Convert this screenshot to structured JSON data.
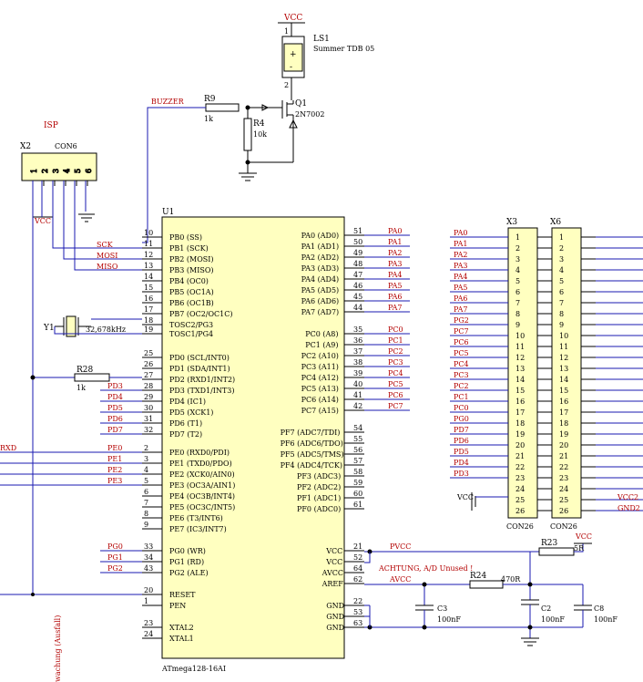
{
  "colors": {
    "ic_fill": "#ffffc0",
    "connector_fill": "#ffffc0",
    "wire": "#1a1ab0",
    "net_label": "#b30000",
    "component": "#000000"
  },
  "labels": {
    "vcc_top": "VCC",
    "ls1": "LS1",
    "summer": "Summer TDB 05",
    "buzzer_net": "BUZZER",
    "r9": "R9",
    "r9_val": "1k",
    "r4": "R4",
    "r4_val": "10k",
    "q1": "Q1",
    "q1_type": "2N7002",
    "isp": "ISP",
    "x2": "X2",
    "con6": "CON6",
    "vcc_x2": "VCC",
    "u1": "U1",
    "u1_part": "ATmega128-16AI",
    "sck": "SCK",
    "mosi": "MOSI",
    "miso": "MISO",
    "y1": "Y1",
    "y1_val": "32,678kHz",
    "r28": "R28",
    "r28_val": "1k",
    "rxd": "RXD",
    "x3": "X3",
    "x6": "X6",
    "con26_a": "CON26",
    "con26_b": "CON26",
    "vcc_x3": "VCC",
    "vcc2": "VCC2",
    "gnd2": "GND2",
    "pvcc": "PVCC",
    "r23": "R23",
    "r23_val": "5R",
    "vcc_r23": "VCC",
    "achtung": "ACHTUNG, A/D Unused !",
    "avcc": "AVCC",
    "r24": "R24",
    "r24_val": "470R",
    "c3": "C3",
    "c3_val": "100nF",
    "c2": "C2",
    "c2_val": "100nF",
    "c8": "C8",
    "c8_val": "100nF",
    "side_text": "wachung (Ausfall)"
  },
  "x2_pins": [
    "1",
    "2",
    "3",
    "4",
    "5",
    "6"
  ],
  "u1_left": [
    {
      "num": "10",
      "name": "PB0 (SS)",
      "net": ""
    },
    {
      "num": "11",
      "name": "PB1 (SCK)",
      "net": ""
    },
    {
      "num": "12",
      "name": "PB2 (MOSI)",
      "net": ""
    },
    {
      "num": "13",
      "name": "PB3 (MISO)",
      "net": ""
    },
    {
      "num": "14",
      "name": "PB4 (OC0)",
      "net": ""
    },
    {
      "num": "15",
      "name": "PB5 (OC1A)",
      "net": ""
    },
    {
      "num": "16",
      "name": "PB6 (OC1B)",
      "net": ""
    },
    {
      "num": "17",
      "name": "PB7 (OC2/OC1C)",
      "net": ""
    },
    {
      "num": "18",
      "name": "TOSC2/PG3",
      "net": ""
    },
    {
      "num": "19",
      "name": "TOSC1/PG4",
      "net": ""
    },
    {
      "num": "25",
      "name": "PD0 (SCL/INT0)",
      "net": ""
    },
    {
      "num": "26",
      "name": "PD1 (SDA/INT1)",
      "net": ""
    },
    {
      "num": "27",
      "name": "PD2 (RXD1/INT2)",
      "net": ""
    },
    {
      "num": "28",
      "name": "PD3 (TXD1/INT3)",
      "net": "PD3"
    },
    {
      "num": "29",
      "name": "PD4 (IC1)",
      "net": "PD4"
    },
    {
      "num": "30",
      "name": "PD5 (XCK1)",
      "net": "PD5"
    },
    {
      "num": "31",
      "name": "PD6 (T1)",
      "net": "PD6"
    },
    {
      "num": "32",
      "name": "PD7 (T2)",
      "net": "PD7"
    },
    {
      "num": "2",
      "name": "PE0 (RXD0/PDI)",
      "net": "PE0"
    },
    {
      "num": "3",
      "name": "PE1 (TXD0/PDO)",
      "net": "PE1"
    },
    {
      "num": "4",
      "name": "PE2 (XCK0/AIN0)",
      "net": "PE2"
    },
    {
      "num": "5",
      "name": "PE3 (OC3A/AIN1)",
      "net": "PE3"
    },
    {
      "num": "6",
      "name": "PE4 (OC3B/INT4)",
      "net": ""
    },
    {
      "num": "7",
      "name": "PE5 (OC3C/INT5)",
      "net": ""
    },
    {
      "num": "8",
      "name": "PE6 (T3/INT6)",
      "net": ""
    },
    {
      "num": "9",
      "name": "PE7 (IC3/INT7)",
      "net": ""
    },
    {
      "num": "33",
      "name": "PG0 (WR)",
      "net": "PG0"
    },
    {
      "num": "34",
      "name": "PG1 (RD)",
      "net": "PG1"
    },
    {
      "num": "43",
      "name": "PG2 (ALE)",
      "net": "PG2"
    },
    {
      "num": "20",
      "name": "RESET",
      "net": ""
    },
    {
      "num": "1",
      "name": "PEN",
      "net": ""
    },
    {
      "num": "23",
      "name": "XTAL2",
      "net": ""
    },
    {
      "num": "24",
      "name": "XTAL1",
      "net": ""
    }
  ],
  "u1_right": [
    {
      "num": "51",
      "name": "PA0 (AD0)",
      "net": "PA0"
    },
    {
      "num": "50",
      "name": "PA1 (AD1)",
      "net": "PA1"
    },
    {
      "num": "49",
      "name": "PA2 (AD2)",
      "net": "PA2"
    },
    {
      "num": "48",
      "name": "PA3 (AD3)",
      "net": "PA3"
    },
    {
      "num": "47",
      "name": "PA4 (AD4)",
      "net": "PA4"
    },
    {
      "num": "46",
      "name": "PA5 (AD5)",
      "net": "PA5"
    },
    {
      "num": "45",
      "name": "PA6 (AD6)",
      "net": "PA6"
    },
    {
      "num": "44",
      "name": "PA7 (AD7)",
      "net": "PA7"
    },
    {
      "num": "35",
      "name": "PC0 (A8)",
      "net": "PC0"
    },
    {
      "num": "36",
      "name": "PC1 (A9)",
      "net": "PC1"
    },
    {
      "num": "37",
      "name": "PC2 (A10)",
      "net": "PC2"
    },
    {
      "num": "38",
      "name": "PC3 (A11)",
      "net": "PC3"
    },
    {
      "num": "39",
      "name": "PC4 (A12)",
      "net": "PC4"
    },
    {
      "num": "40",
      "name": "PC5 (A13)",
      "net": "PC5"
    },
    {
      "num": "41",
      "name": "PC6 (A14)",
      "net": "PC6"
    },
    {
      "num": "42",
      "name": "PC7 (A15)",
      "net": "PC7"
    },
    {
      "num": "54",
      "name": "PF7 (ADC7/TDI)",
      "net": ""
    },
    {
      "num": "55",
      "name": "PF6 (ADC6/TDO)",
      "net": ""
    },
    {
      "num": "56",
      "name": "PF5 (ADC5/TMS)",
      "net": ""
    },
    {
      "num": "57",
      "name": "PF4 (ADC4/TCK)",
      "net": ""
    },
    {
      "num": "58",
      "name": "PF3 (ADC3)",
      "net": ""
    },
    {
      "num": "59",
      "name": "PF2 (ADC2)",
      "net": ""
    },
    {
      "num": "60",
      "name": "PF1 (ADC1)",
      "net": ""
    },
    {
      "num": "61",
      "name": "PF0 (ADC0)",
      "net": ""
    },
    {
      "num": "21",
      "name": "VCC",
      "net": ""
    },
    {
      "num": "52",
      "name": "VCC",
      "net": ""
    },
    {
      "num": "64",
      "name": "AVCC",
      "net": ""
    },
    {
      "num": "62",
      "name": "AREF",
      "net": ""
    },
    {
      "num": "22",
      "name": "GND",
      "net": ""
    },
    {
      "num": "53",
      "name": "GND",
      "net": ""
    },
    {
      "num": "63",
      "name": "GND",
      "net": ""
    }
  ],
  "x3_nets": [
    "PA0",
    "PA1",
    "PA2",
    "PA3",
    "PA4",
    "PA5",
    "PA6",
    "PA7",
    "PG2",
    "PC7",
    "PC6",
    "PC5",
    "PC4",
    "PC3",
    "PC2",
    "PC1",
    "PC0",
    "PG0",
    "PD7",
    "PD6",
    "PD5",
    "PD4",
    "PD3",
    "",
    "",
    ""
  ],
  "pin_numbers_26": [
    "1",
    "2",
    "3",
    "4",
    "5",
    "6",
    "7",
    "8",
    "9",
    "10",
    "11",
    "12",
    "13",
    "14",
    "15",
    "16",
    "17",
    "18",
    "19",
    "20",
    "21",
    "22",
    "23",
    "24",
    "25",
    "26"
  ]
}
